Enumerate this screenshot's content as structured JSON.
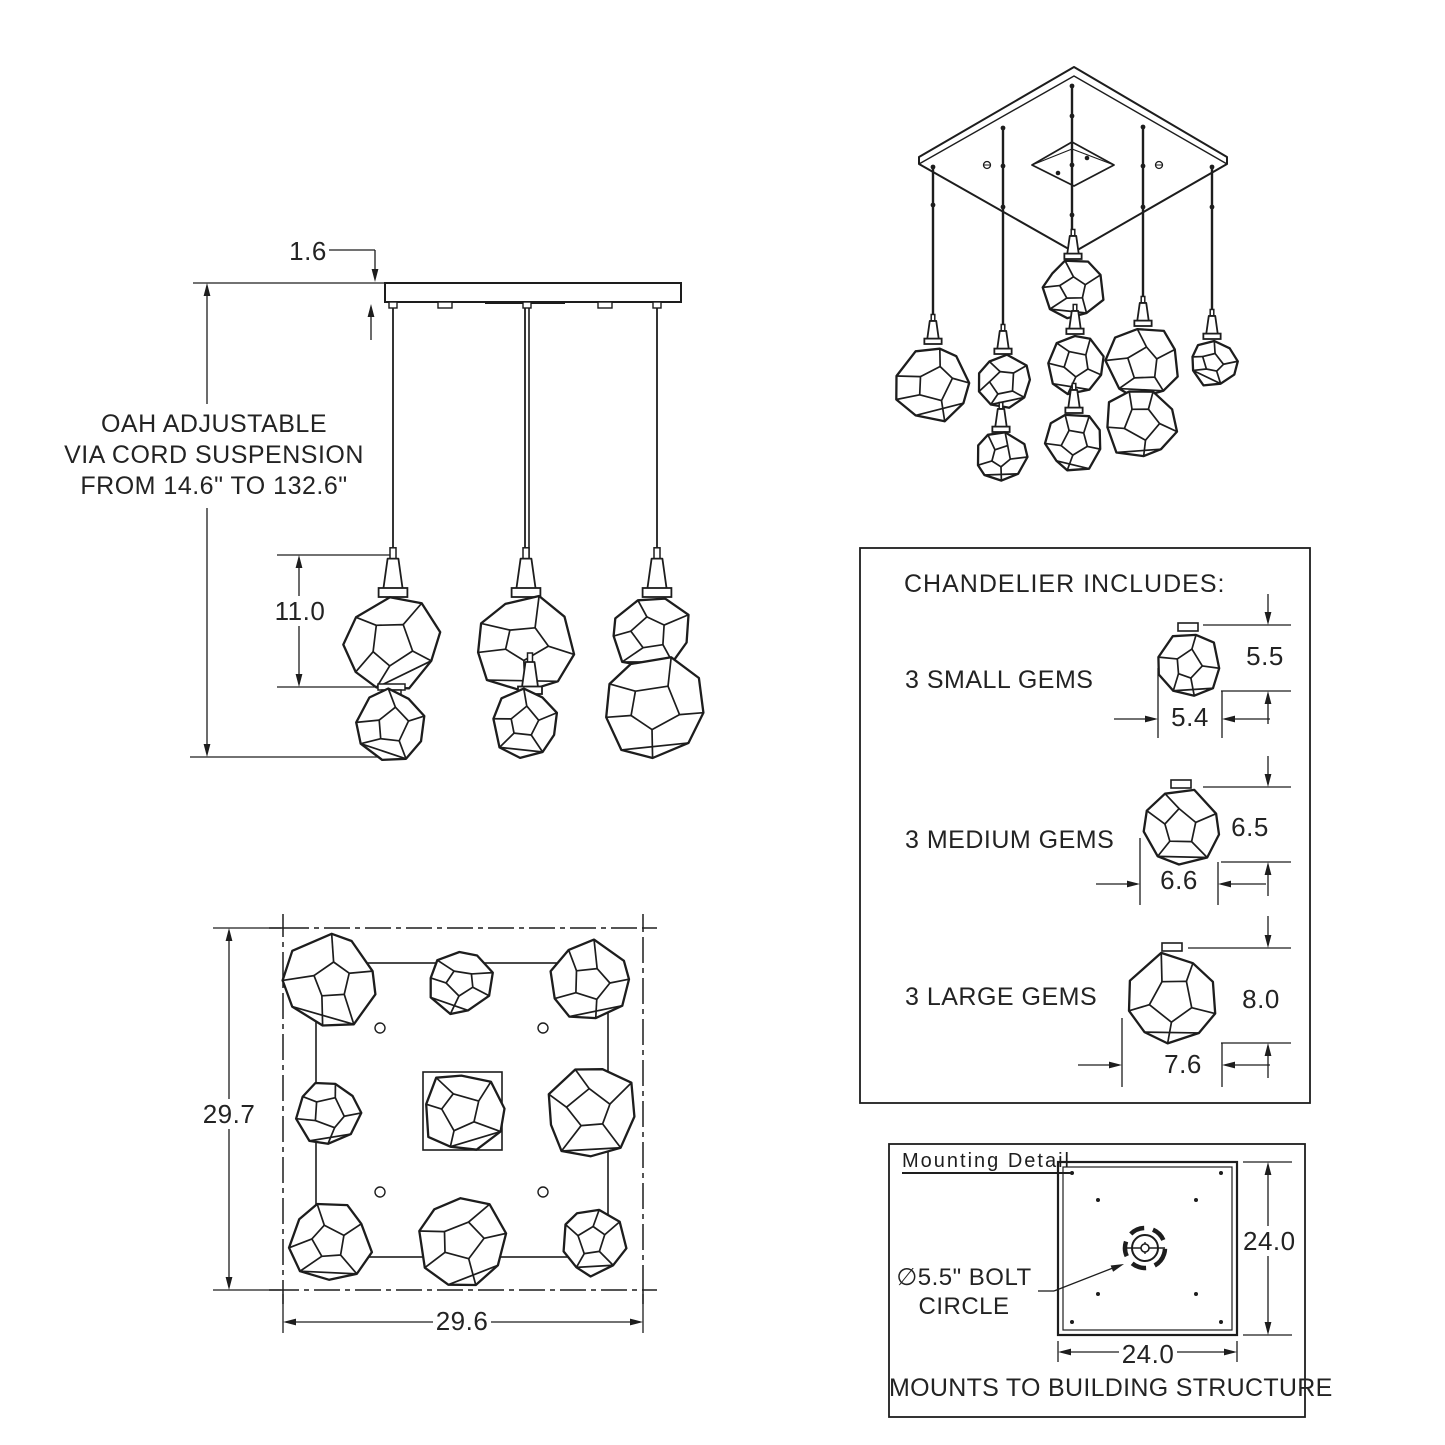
{
  "elevation": {
    "canopy_thickness": "1.6",
    "cluster_height": "11.0",
    "oah_note": [
      "OAH ADJUSTABLE",
      "VIA CORD SUSPENSION",
      "FROM 14.6\" TO 132.6\""
    ]
  },
  "plan": {
    "height": "29.7",
    "width": "29.6"
  },
  "includes": {
    "title": "CHANDELIER INCLUDES:",
    "items": [
      {
        "label": "3 SMALL GEMS",
        "height": "5.5",
        "width": "5.4"
      },
      {
        "label": "3 MEDIUM GEMS",
        "height": "6.5",
        "width": "6.6"
      },
      {
        "label": "3 LARGE GEMS",
        "height": "8.0",
        "width": "7.6"
      }
    ]
  },
  "mounting": {
    "title": "Mounting Detail",
    "bolt_note": [
      "∅5.5\" BOLT",
      "CIRCLE"
    ],
    "plate_height": "24.0",
    "plate_width": "24.0",
    "footer": "MOUNTS TO BUILDING STRUCTURE"
  }
}
